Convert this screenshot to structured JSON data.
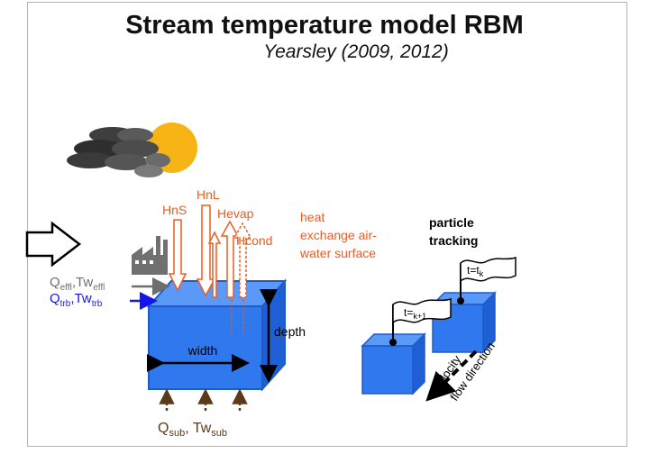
{
  "title": "Stream temperature model RBM",
  "subtitle": "Yearsley (2009, 2012)",
  "colors": {
    "box_blue": "#2f78ee",
    "heat_orange": "#f05a1e",
    "sun": "#f7b515",
    "tributary_blue": "#1414ee",
    "effluent_gray": "#6e6e6e",
    "subsurface_brown": "#5a3a18"
  },
  "heat_fluxes": {
    "hns": "HnS",
    "hnl": "HnL",
    "hevap": "Hevap",
    "hcond": "Hcond"
  },
  "heat_exchange_label": [
    "heat",
    "exchange air-",
    "water surface"
  ],
  "inflows": {
    "effluent": {
      "q": "Q",
      "q_sub": "effl",
      "tw": "Tw",
      "tw_sub": "effl"
    },
    "tributary": {
      "q": "Q",
      "q_sub": "trb",
      "tw": "Tw",
      "tw_sub": "trb"
    },
    "subsurface": {
      "q": "Q",
      "q_sub": "sub",
      "tw": "Tw",
      "tw_sub": "sub"
    }
  },
  "dimensions": {
    "width": "width",
    "depth": "depth"
  },
  "particle": {
    "title": [
      "particle",
      "tracking"
    ],
    "flag_k": {
      "base": "t=t",
      "sub": "k"
    },
    "flag_k1": {
      "base": "t=",
      "sub": "k+1"
    },
    "velocity": "velocity",
    "flow_direction": "flow direction"
  },
  "icons": [
    "sun-icon",
    "cloud-icon",
    "inflow-arrow-icon",
    "factory-icon"
  ]
}
